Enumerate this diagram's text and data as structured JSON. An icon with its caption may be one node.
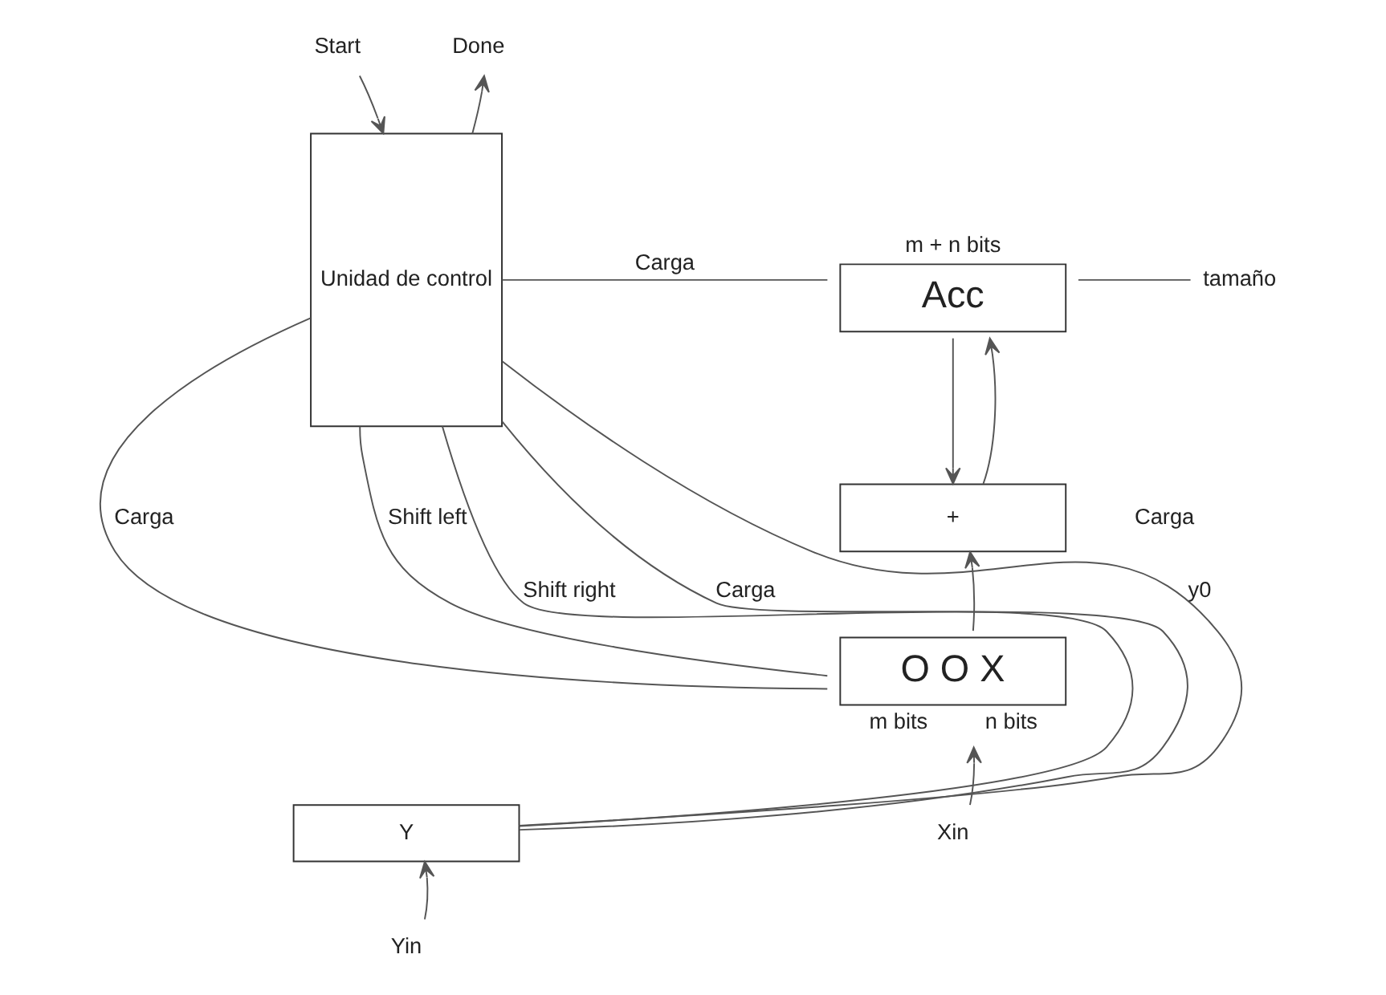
{
  "diagram": {
    "nodes": [
      {
        "text": [
          "Start"
        ]
      },
      {
        "text": [
          "Done"
        ]
      },
      {
        "text": [
          "Unidad de control"
        ]
      },
      {
        "text": [
          "tamaño"
        ]
      },
      {
        "text": [
          "Acc"
        ],
        "beside": [
          "m + n bits"
        ]
      },
      {
        "text": [
          "+"
        ]
      },
      {
        "text": [
          "O O X"
        ],
        "beside": [
          "m bits",
          "n bits"
        ]
      },
      {
        "text": [
          "Y"
        ]
      },
      {
        "text": [
          "Xin"
        ]
      },
      {
        "text": [
          "Yin"
        ]
      }
    ],
    "edges": [
      {
        "from": 0,
        "to": 2,
        "arrow": "to"
      },
      {
        "from": 2,
        "to": 1,
        "arrow": "to"
      },
      {
        "from": 2,
        "to": 4,
        "label": "Carga",
        "arrow": "none"
      },
      {
        "from": 3,
        "to": 4,
        "arrow": "none"
      },
      {
        "from": 4,
        "to": 5,
        "arrow": "to"
      },
      {
        "from": 5,
        "to": 4,
        "arrow": "to"
      },
      {
        "from": 2,
        "to": 6,
        "label": "Carga",
        "arrow": "none"
      },
      {
        "from": 2,
        "to": 6,
        "label": "Shift left",
        "arrow": "none"
      },
      {
        "from": 6,
        "to": 5,
        "arrow": "to"
      },
      {
        "from": 8,
        "to": 6,
        "arrow": "to"
      },
      {
        "from": 2,
        "to": 7,
        "label": "Shift right",
        "arrow": "none"
      },
      {
        "from": 2,
        "to": 7,
        "label": "Carga",
        "arrow": "none"
      },
      {
        "from": 2,
        "to": 7,
        "label": "y0",
        "arrow": "none"
      },
      {
        "from": 9,
        "to": 7,
        "arrow": "to"
      }
    ],
    "labels": [
      "Carga"
    ]
  }
}
